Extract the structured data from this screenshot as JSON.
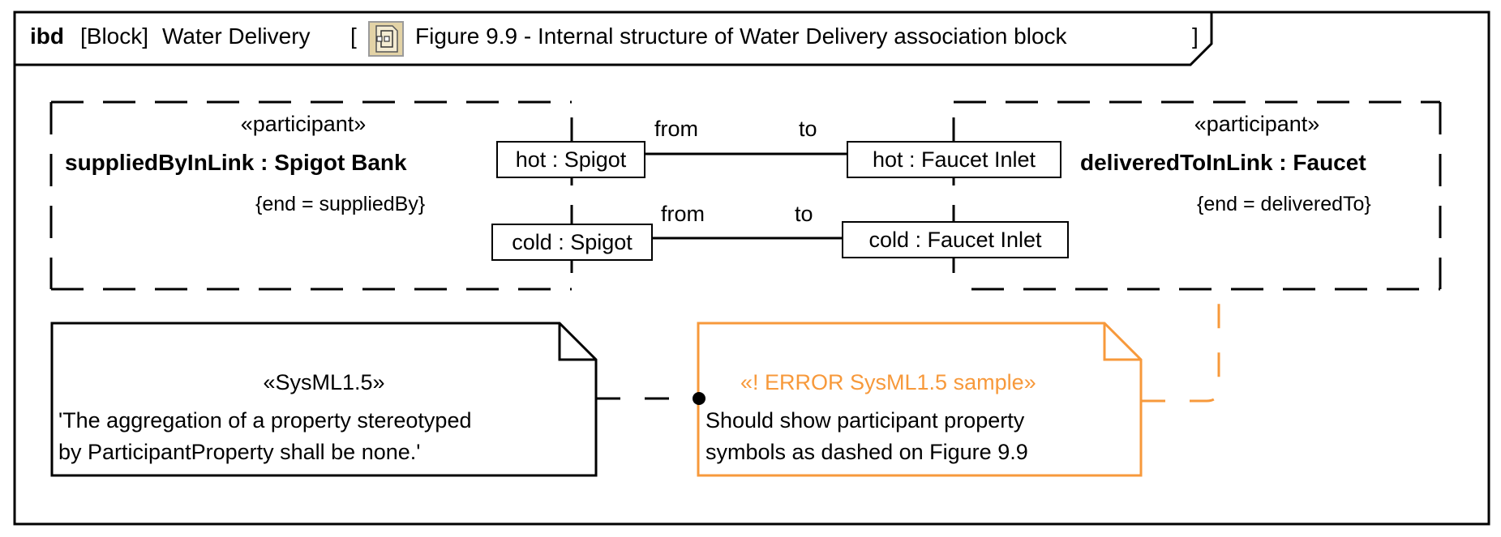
{
  "frame": {
    "kind": "ibd",
    "element_type": "[Block]",
    "name": "Water Delivery",
    "open_bracket": "[",
    "diagram_icon": "ibd-diagram-icon",
    "title": "Figure 9.9 - Internal structure of Water Delivery association block",
    "close_bracket": "]"
  },
  "participants": [
    {
      "stereotype": "«participant»",
      "name": "suppliedByInLink : Spigot Bank",
      "constraint": "{end = suppliedBy}",
      "parts": [
        "hot : Spigot",
        "cold : Spigot"
      ]
    },
    {
      "stereotype": "«participant»",
      "name": "deliveredToInLink : Faucet",
      "constraint": "{end = deliveredTo}",
      "parts": [
        "hot : Faucet Inlet",
        "cold : Faucet Inlet"
      ]
    }
  ],
  "connectors": [
    {
      "from_part": "hot : Spigot",
      "to_part": "hot : Faucet Inlet",
      "source_role": "from",
      "target_role": "to"
    },
    {
      "from_part": "cold : Spigot",
      "to_part": "cold : Faucet Inlet",
      "source_role": "from",
      "target_role": "to"
    }
  ],
  "notes": [
    {
      "stereotype": "«SysML1.5»",
      "lines": [
        "'The aggregation of a property stereotyped",
        "by ParticipantProperty shall be none.'"
      ],
      "border_color": "#000000"
    },
    {
      "stereotype": "«! ERROR SysML1.5 sample»",
      "lines": [
        "Should show participant property",
        "symbols as dashed on Figure 9.9"
      ],
      "border_color": "#f7993b"
    }
  ],
  "colors": {
    "error": "#f7993b",
    "line": "#000000"
  }
}
